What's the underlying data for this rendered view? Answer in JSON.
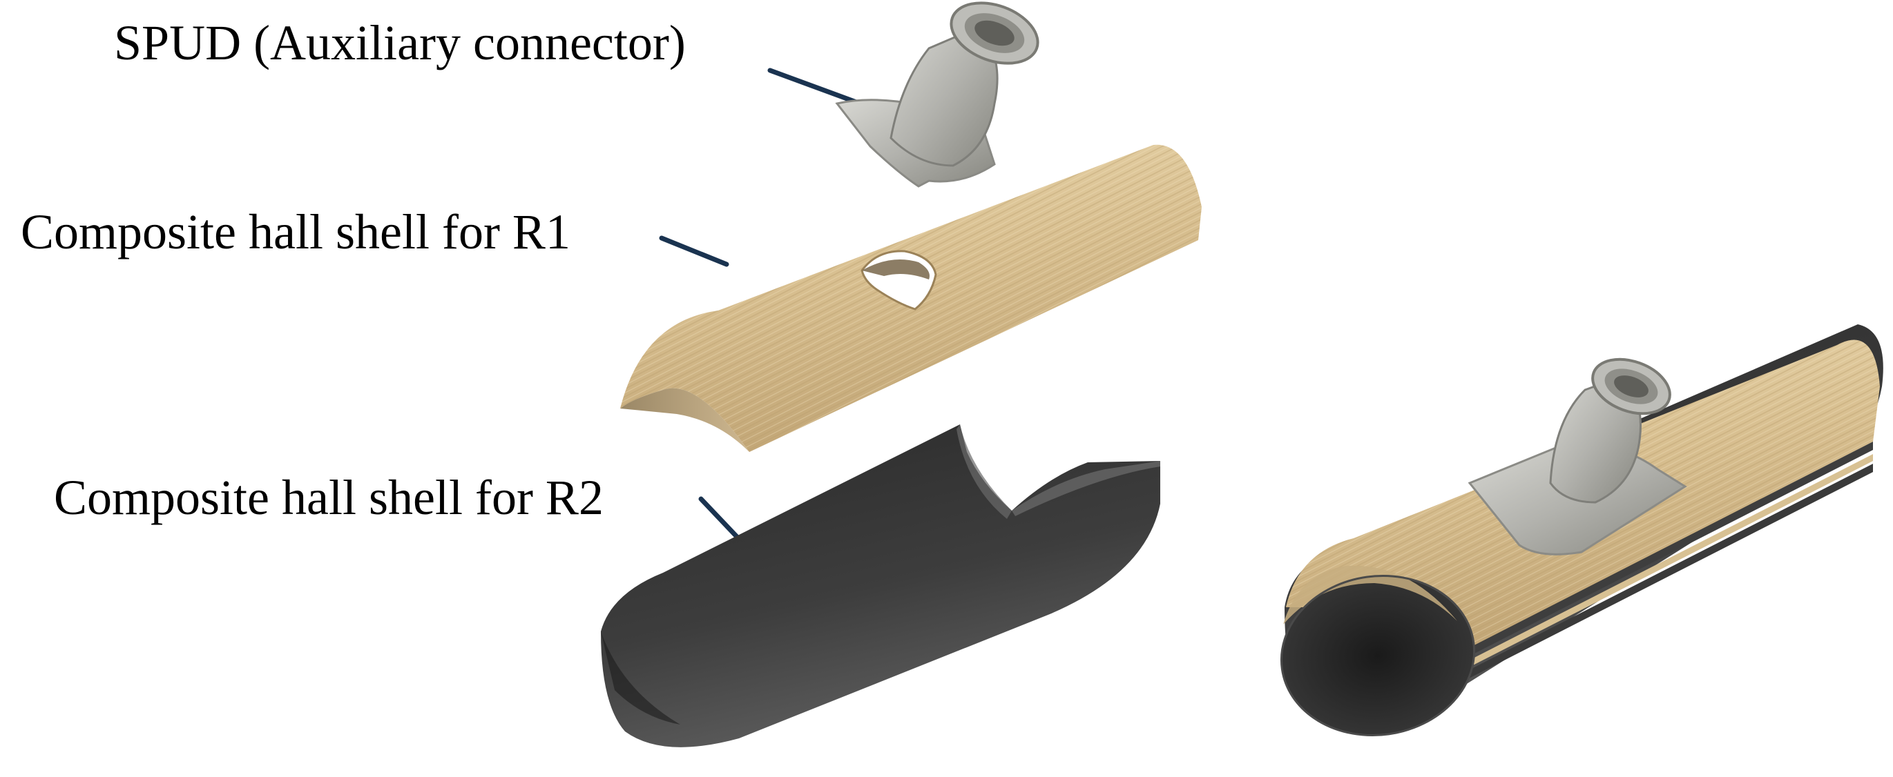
{
  "labels": {
    "spud": "SPUD (Auxiliary connector)",
    "r1": "Composite hall shell for R1",
    "r2": "Composite hall shell for R2"
  },
  "colors": {
    "background": "#ffffff",
    "leader_line": "#1a3350",
    "fabric_light": "#e4cfa3",
    "fabric_mid": "#cdb283",
    "fabric_dark": "#a88e62",
    "carbon_light": "#5a5a5a",
    "carbon_dark": "#2b2b2b",
    "metal_light": "#c9c9c4",
    "metal_dark": "#7f7f7a"
  }
}
